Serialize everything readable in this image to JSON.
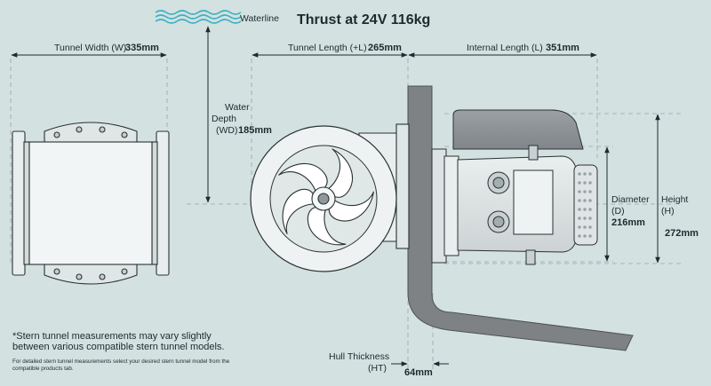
{
  "title": "Thrust at 24V 116kg",
  "waterline_label": "Waterline",
  "dimensions": {
    "tunnel_width": {
      "label": "Tunnel Width (W)",
      "value": "335mm"
    },
    "tunnel_length": {
      "label": "Tunnel Length (+L)",
      "value": "265mm"
    },
    "internal_length": {
      "label": "Internal Length (L)",
      "value": "351mm"
    },
    "water_depth": {
      "label_line1": "Water",
      "label_line2": "Depth",
      "label_line3": "(WD)",
      "value": "185mm"
    },
    "diameter": {
      "label_line1": "Diameter",
      "label_line2": "(D)",
      "value": "216mm"
    },
    "height": {
      "label_line1": "Height",
      "label_line2": "(H)",
      "value": "272mm"
    },
    "hull_thickness": {
      "label_line1": "Hull Thickness",
      "label_line2": "(HT)",
      "value": "64mm"
    }
  },
  "notes": {
    "main": "*Stern tunnel measurements may vary slightly between various compatible stern tunnel models.",
    "small": "For detailed stern tunnel measurements select your desired stern tunnel model from the compatible products tab."
  },
  "colors": {
    "background": "#d3e1e1",
    "hull": "#7f8284",
    "motor_body": "#b9c0c2",
    "cover": "#8a8f92",
    "tunnel_fill": "#e8eeee",
    "text": "#1e2a2c",
    "waterline": "#3fb1c2"
  }
}
